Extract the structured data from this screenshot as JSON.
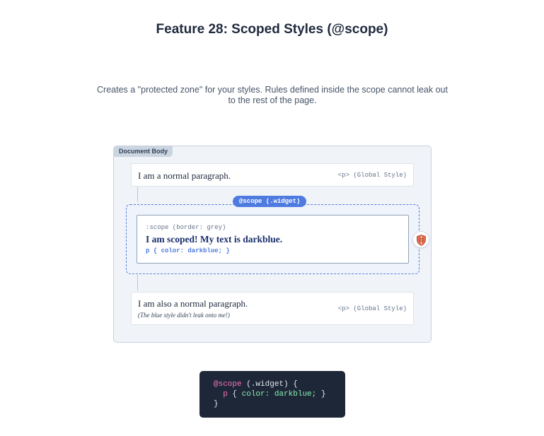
{
  "title": "Feature 28: Scoped Styles (@scope)",
  "description": "Creates a \"protected zone\" for your styles. Rules defined inside the scope cannot leak out to the rest of the page.",
  "diagram": {
    "container_label": "Document Body",
    "top_paragraph": {
      "text": "I am a normal paragraph.",
      "tag": "<p> (Global Style)"
    },
    "scope": {
      "pill_label": "@scope (.widget)",
      "scope_label": ":scope (border: grey)",
      "scoped_text": "I am scoped! My text is darkblue.",
      "rule": "p { color: darkblue; }",
      "badge_icon": "shield-icon"
    },
    "bottom_paragraph": {
      "text": "I am also a normal paragraph.",
      "note": "(The blue style didn't leak onto me!)",
      "tag": "<p> (Global Style)"
    }
  },
  "code": {
    "line1_at": "@scope",
    "line1_rest": " (.widget) {",
    "line2_indent": "  ",
    "line2_selector": "p",
    "line2_open": " { ",
    "line2_prop": "color: darkblue;",
    "line2_close": " }",
    "line3": "}"
  },
  "colors": {
    "scope_accent": "#4f7be0",
    "scoped_text": "#1a2f6b",
    "code_background": "#1e2738"
  }
}
